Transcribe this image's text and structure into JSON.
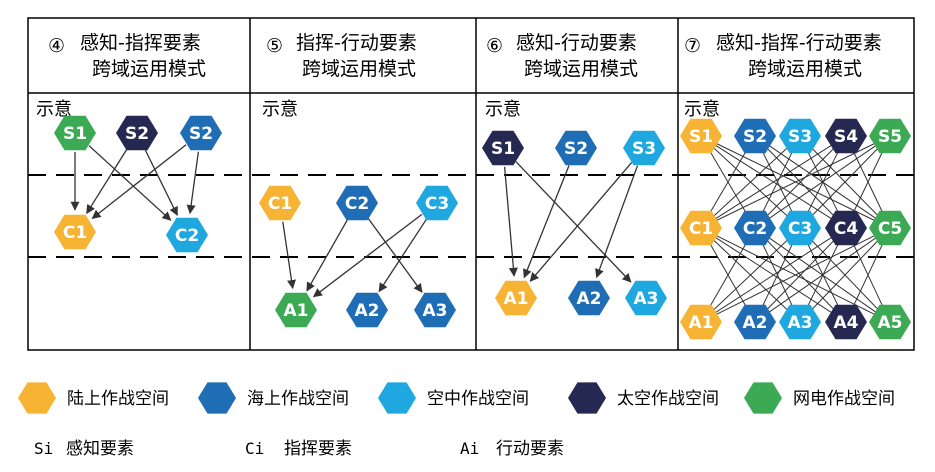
{
  "colors": {
    "land": "#F7B334",
    "sea": "#1F6DB5",
    "air": "#1EA8DF",
    "space": "#252850",
    "cyber": "#3CAA55"
  },
  "panels": [
    {
      "id": "p4",
      "title_num": "④",
      "title_line1": "感知-指挥要素",
      "title_line2": "跨域运用模式",
      "sub_label": "示意",
      "nodes": [
        {
          "id": "S1",
          "label": "S1",
          "type": "cyber"
        },
        {
          "id": "S2a",
          "label": "S2",
          "type": "space"
        },
        {
          "id": "S2b",
          "label": "S2",
          "type": "sea"
        },
        {
          "id": "C1",
          "label": "C1",
          "type": "land"
        },
        {
          "id": "C2",
          "label": "C2",
          "type": "air"
        }
      ],
      "edges": [
        [
          "S1",
          "C1"
        ],
        [
          "S1",
          "C2"
        ],
        [
          "S2a",
          "C1"
        ],
        [
          "S2a",
          "C2"
        ],
        [
          "S2b",
          "C1"
        ],
        [
          "S2b",
          "C2"
        ]
      ]
    },
    {
      "id": "p5",
      "title_num": "⑤",
      "title_line1": "指挥-行动要素",
      "title_line2": "跨域运用模式",
      "sub_label": "示意",
      "nodes": [
        {
          "id": "C1",
          "label": "C1",
          "type": "land"
        },
        {
          "id": "C2",
          "label": "C2",
          "type": "sea"
        },
        {
          "id": "C3",
          "label": "C3",
          "type": "air"
        },
        {
          "id": "A1",
          "label": "A1",
          "type": "cyber"
        },
        {
          "id": "A2",
          "label": "A2",
          "type": "sea"
        },
        {
          "id": "A3",
          "label": "A3",
          "type": "sea"
        }
      ],
      "edges": [
        [
          "C1",
          "A1"
        ],
        [
          "C2",
          "A1"
        ],
        [
          "C2",
          "A3"
        ],
        [
          "C3",
          "A1"
        ],
        [
          "C3",
          "A2"
        ]
      ]
    },
    {
      "id": "p6",
      "title_num": "⑥",
      "title_line1": "感知-行动要素",
      "title_line2": "跨域运用模式",
      "sub_label": "示意",
      "nodes": [
        {
          "id": "S1",
          "label": "S1",
          "type": "space"
        },
        {
          "id": "S2",
          "label": "S2",
          "type": "sea"
        },
        {
          "id": "S3",
          "label": "S3",
          "type": "air"
        },
        {
          "id": "A1",
          "label": "A1",
          "type": "land"
        },
        {
          "id": "A2",
          "label": "A2",
          "type": "sea"
        },
        {
          "id": "A3",
          "label": "A3",
          "type": "air"
        }
      ],
      "edges": [
        [
          "S1",
          "A1"
        ],
        [
          "S1",
          "A3"
        ],
        [
          "S2",
          "A1"
        ],
        [
          "S3",
          "A1"
        ],
        [
          "S3",
          "A2"
        ]
      ]
    },
    {
      "id": "p7",
      "title_num": "⑦",
      "title_line1": "感知-指挥-行动要素",
      "title_line2": "跨域运用模式",
      "sub_label": "示意",
      "nodes": [
        {
          "id": "S1",
          "label": "S1",
          "type": "land"
        },
        {
          "id": "S2",
          "label": "S2",
          "type": "sea"
        },
        {
          "id": "S3",
          "label": "S3",
          "type": "air"
        },
        {
          "id": "S4",
          "label": "S4",
          "type": "space"
        },
        {
          "id": "S5",
          "label": "S5",
          "type": "cyber"
        },
        {
          "id": "C1",
          "label": "C1",
          "type": "land"
        },
        {
          "id": "C2",
          "label": "C2",
          "type": "sea"
        },
        {
          "id": "C3",
          "label": "C3",
          "type": "air"
        },
        {
          "id": "C4",
          "label": "C4",
          "type": "space"
        },
        {
          "id": "C5",
          "label": "C5",
          "type": "cyber"
        },
        {
          "id": "A1",
          "label": "A1",
          "type": "land"
        },
        {
          "id": "A2",
          "label": "A2",
          "type": "sea"
        },
        {
          "id": "A3",
          "label": "A3",
          "type": "air"
        },
        {
          "id": "A4",
          "label": "A4",
          "type": "space"
        },
        {
          "id": "A5",
          "label": "A5",
          "type": "cyber"
        }
      ],
      "edges": [
        [
          "S1",
          "C2"
        ],
        [
          "S1",
          "C3"
        ],
        [
          "S1",
          "C4"
        ],
        [
          "S1",
          "C5"
        ],
        [
          "S2",
          "C1"
        ],
        [
          "S2",
          "C3"
        ],
        [
          "S2",
          "C4"
        ],
        [
          "S2",
          "C5"
        ],
        [
          "S3",
          "C1"
        ],
        [
          "S3",
          "C2"
        ],
        [
          "S3",
          "C4"
        ],
        [
          "S3",
          "C5"
        ],
        [
          "S4",
          "C1"
        ],
        [
          "S4",
          "C2"
        ],
        [
          "S4",
          "C3"
        ],
        [
          "S4",
          "C5"
        ],
        [
          "S5",
          "C1"
        ],
        [
          "S5",
          "C2"
        ],
        [
          "S5",
          "C3"
        ],
        [
          "S5",
          "C4"
        ],
        [
          "C1",
          "A2"
        ],
        [
          "C1",
          "A3"
        ],
        [
          "C1",
          "A4"
        ],
        [
          "C1",
          "A5"
        ],
        [
          "C2",
          "A1"
        ],
        [
          "C2",
          "A3"
        ],
        [
          "C2",
          "A4"
        ],
        [
          "C2",
          "A5"
        ],
        [
          "C3",
          "A1"
        ],
        [
          "C3",
          "A2"
        ],
        [
          "C3",
          "A4"
        ],
        [
          "C3",
          "A5"
        ],
        [
          "C4",
          "A1"
        ],
        [
          "C4",
          "A2"
        ],
        [
          "C4",
          "A3"
        ],
        [
          "C4",
          "A5"
        ],
        [
          "C5",
          "A1"
        ],
        [
          "C5",
          "A2"
        ],
        [
          "C5",
          "A3"
        ],
        [
          "C5",
          "A4"
        ]
      ]
    }
  ],
  "legend": [
    {
      "type": "land",
      "label": "陆上作战空间"
    },
    {
      "type": "sea",
      "label": "海上作战空间"
    },
    {
      "type": "air",
      "label": "空中作战空间"
    },
    {
      "type": "space",
      "label": "太空作战空间"
    },
    {
      "type": "cyber",
      "label": "网电作战空间"
    }
  ],
  "footnotes": [
    {
      "symbol": "Si",
      "label": "感知要素"
    },
    {
      "symbol": "Ci",
      "label": "指挥要素"
    },
    {
      "symbol": "Ai",
      "label": "行动要素"
    }
  ]
}
